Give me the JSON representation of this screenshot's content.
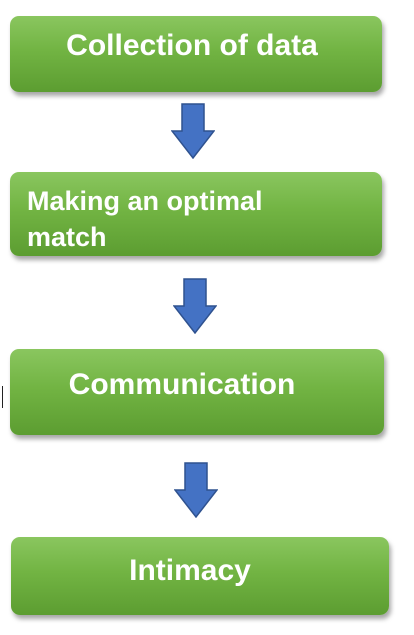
{
  "flowchart": {
    "steps": [
      {
        "label": "Collection  of data"
      },
      {
        "label": "Making an optimal match"
      },
      {
        "label": "Communication"
      },
      {
        "label": "Intimacy"
      }
    ],
    "arrow_direction": "down",
    "colors": {
      "box_fill": "#72b443",
      "box_fill_light": "#8ac65f",
      "box_fill_dark": "#5c9d31",
      "text": "#ffffff",
      "arrow_fill": "#4472c4",
      "arrow_stroke": "#2f528f"
    }
  }
}
